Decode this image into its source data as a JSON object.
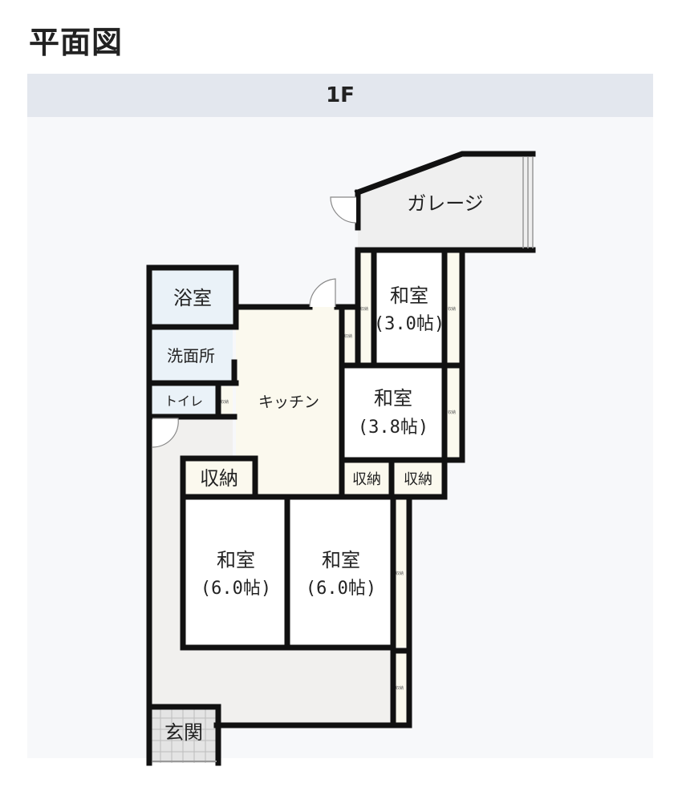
{
  "page": {
    "title": "平面図"
  },
  "floor": {
    "label": "1F"
  },
  "rooms": {
    "garage": "ガレージ",
    "washitsu_top": {
      "name": "和室",
      "size": "(3.0帖)"
    },
    "bath": "浴室",
    "washroom": "洗面所",
    "toilet": "トイレ",
    "kitchen": "キッチン",
    "washitsu_mid": {
      "name": "和室",
      "size": "(3.8帖)"
    },
    "storage_left": "収納",
    "storage_mid1": "収納",
    "storage_mid2": "収納",
    "washitsu_left": {
      "name": "和室",
      "size": "(6.0帖)"
    },
    "washitsu_right": {
      "name": "和室",
      "size": "(6.0帖)"
    },
    "entrance": "玄関"
  },
  "colors": {
    "wall": "#111111",
    "floor_wood": "#fbf9ee",
    "floor_tatami": "#ffffff",
    "floor_hall": "#f1f0ee",
    "floor_wet": "#eaf2f8",
    "garage": "#efefef"
  }
}
